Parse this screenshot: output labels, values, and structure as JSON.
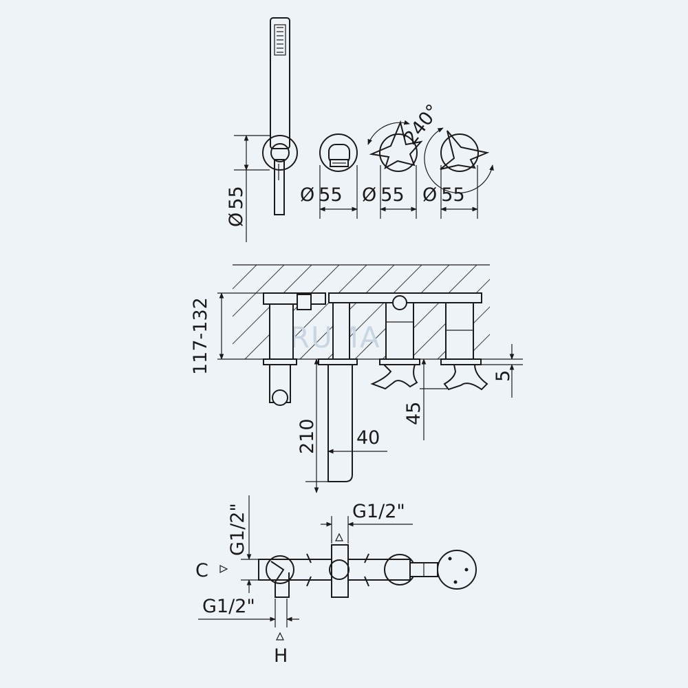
{
  "watermark": "BRUMA",
  "top_view": {
    "handshower_diameter": "55",
    "spout_diameter": "55",
    "handle_left_diameter": "55",
    "handle_right_diameter": "55",
    "rotation": "240°",
    "diameter_symbol": "Ø"
  },
  "side_view": {
    "height_range": "117-132",
    "spout_length": "210",
    "spout_width": "40",
    "handle_height": "45",
    "handle_gap": "5"
  },
  "bottom_view": {
    "thread_vertical": "G1/2\"",
    "thread_top": "G1/2\"",
    "thread_bottom": "G1/2\"",
    "label_c": "C",
    "label_h": "H"
  }
}
